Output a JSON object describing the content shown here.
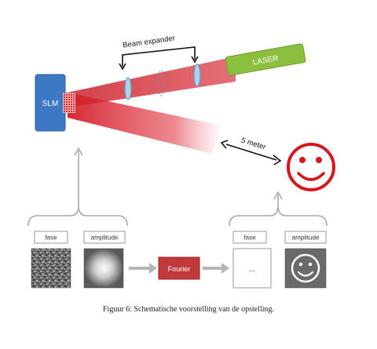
{
  "labels": {
    "slm": "SLM",
    "laser": "LASER",
    "beam_expander": "Beam expander",
    "distance": "5 meter",
    "fase_left": "fase",
    "amplitude_left": "amplitude",
    "fourier": "Fourier",
    "fase_right": "fase",
    "amplitude_right": "amplitude",
    "unknown_phase": "...",
    "caption": "Figuur 6: Schematische voorstelling van de opstelling."
  },
  "colors": {
    "slm_fill": "#3d78c2",
    "laser_fill": "#8cbf3f",
    "beam": "#d9252f",
    "lens": "#a8d4ee",
    "fourier_fill": "#c0393b",
    "smiley": "#d7161e",
    "bracket": "#aaaaaa",
    "arrow_gray": "#b5b5b5"
  },
  "icons": [
    "smiley-face-icon",
    "smiley-face-outline-icon",
    "arrow-right-icon",
    "double-arrow-icon"
  ]
}
